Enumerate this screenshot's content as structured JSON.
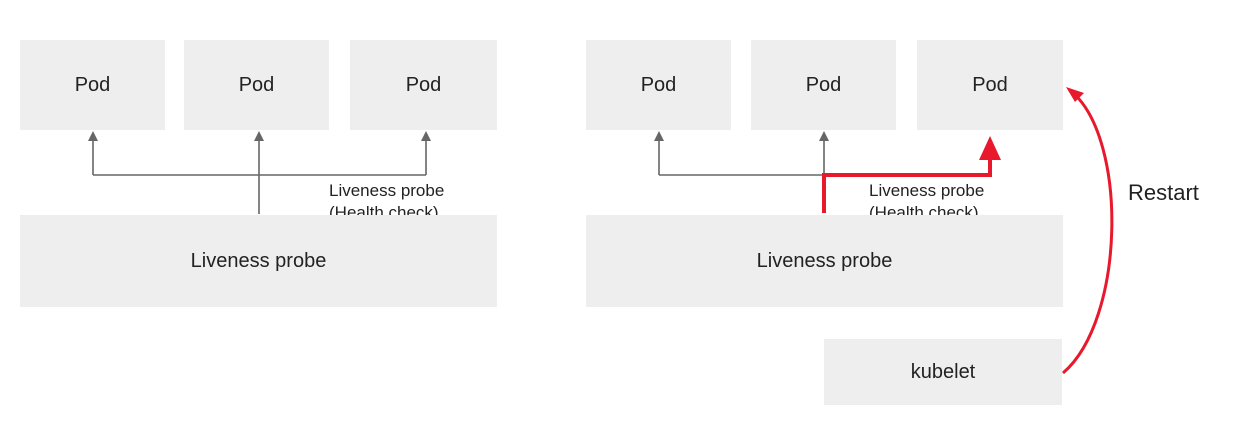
{
  "left": {
    "pods": [
      "Pod",
      "Pod",
      "Pod"
    ],
    "probe_label_line1": "Liveness probe",
    "probe_label_line2": "(Health check)",
    "probe_box": "Liveness probe"
  },
  "right": {
    "pods": [
      "Pod",
      "Pod",
      "Pod"
    ],
    "probe_label_line1": "Liveness probe",
    "probe_label_line2": "(Health check)",
    "probe_box": "Liveness probe",
    "kubelet": "kubelet",
    "restart": "Restart"
  },
  "colors": {
    "box": "#eeeeee",
    "connector": "#666666",
    "highlight": "#e8192c",
    "text": "#222222"
  }
}
